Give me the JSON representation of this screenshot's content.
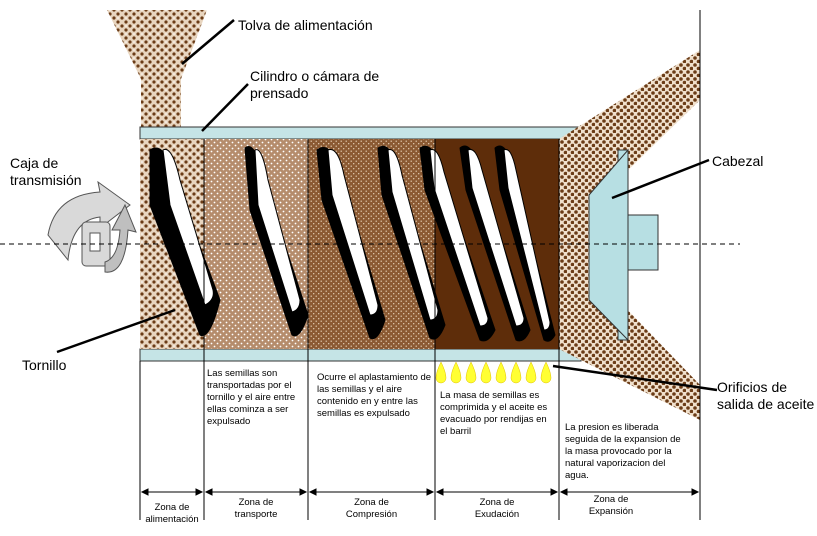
{
  "labels": {
    "hopper": "Tolva de alimentación",
    "chamber": "Cilindro o cámara de prensado",
    "gearbox": "Caja de transmisión",
    "head": "Cabezal",
    "screw": "Tornillo",
    "outlets": "Orificios de salida de aceite"
  },
  "descriptions": {
    "transport": "Las semillas son transportadas por el tornillo y el aire entre ellas cominza a ser expulsado",
    "compression": "Ocurre el aplastamiento de las semillas  y el aire contenido en y entre las semillas es expulsado",
    "exudation": "La masa de semillas es comprimida  y el aceite es evacuado por rendijas en el barril",
    "expansion": "La presion es liberada seguida de  la expansion de la masa provocado por   la natural vaporizacion del agua."
  },
  "zones": [
    {
      "line1": "Zona de",
      "line2": "alimentación"
    },
    {
      "line1": "Zona de",
      "line2": "transporte"
    },
    {
      "line1": "Zona de",
      "line2": "Compresión"
    },
    {
      "line1": "Zona de",
      "line2": "Exudación"
    },
    {
      "line1": "Zona de",
      "line2": "Expansión"
    }
  ],
  "colors": {
    "barrel": "#c5e4e6",
    "head": "#b7dfe3",
    "feed_fill": "#dfc8ae",
    "transport_fill": "#b48a6a",
    "compression_fill": "#8a5a33",
    "exudation_fill": "#5e2d0a",
    "oil_drop": "#ffff33"
  }
}
